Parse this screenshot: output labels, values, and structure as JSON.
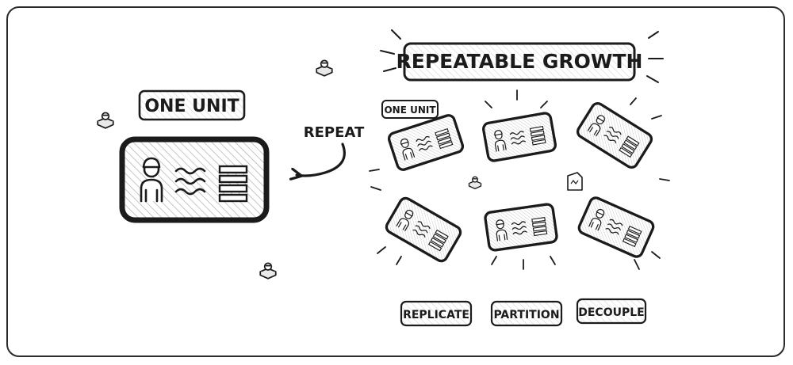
{
  "diagram": {
    "title": "REPEATABLE GROWTH",
    "single_unit_label": "ONE UNIT",
    "small_unit_label": "ONE UNIT",
    "arrow_label": "REPEAT",
    "actions": [
      "REPLICATE",
      "PARTITION",
      "DECOUPLE"
    ],
    "ink_color": "#1b1b1b",
    "hatch_color": "#9a9a9a"
  }
}
